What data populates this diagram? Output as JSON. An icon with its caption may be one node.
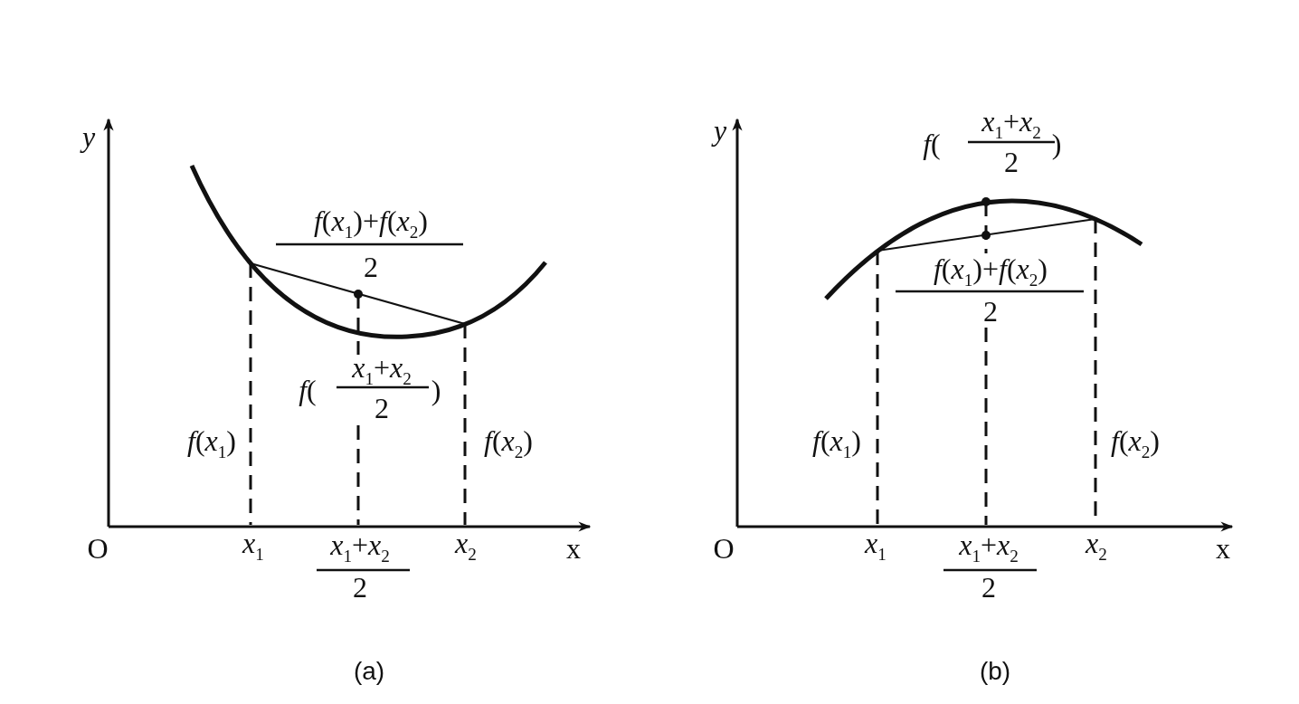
{
  "diagram": {
    "labels": [
      "y",
      "*f*(*x*$_{1}$)+*f*(*x*$_{2}$)",
      "2",
      "*f*(",
      "*x*$_{1}$+*x*$_{2}$",
      "2",
      ")",
      "*f*(*x*$_{1}$)",
      "*f*(*x*$_{2}$)",
      "O",
      "*x*$_{1}$",
      "*x*$_{1}$+*x*$_{2}$",
      "2",
      "*x*$_{2}$",
      "x",
      "(a)",
      "y",
      "*f*(",
      "*x*$_{1}$+*x*$_{2}$",
      "2",
      ")",
      "*f*(*x*$_{1}$)+*f*(*x*$_{2}$)",
      "2",
      "*f*(*x*$_{1}$)",
      "*f*(*x*$_{2}$)",
      "O",
      "*x*$_{1}$",
      "*x*$_{1}$+*x*$_{2}$",
      "2",
      "*x*$_{2}$",
      "x",
      "(b)"
    ]
  }
}
